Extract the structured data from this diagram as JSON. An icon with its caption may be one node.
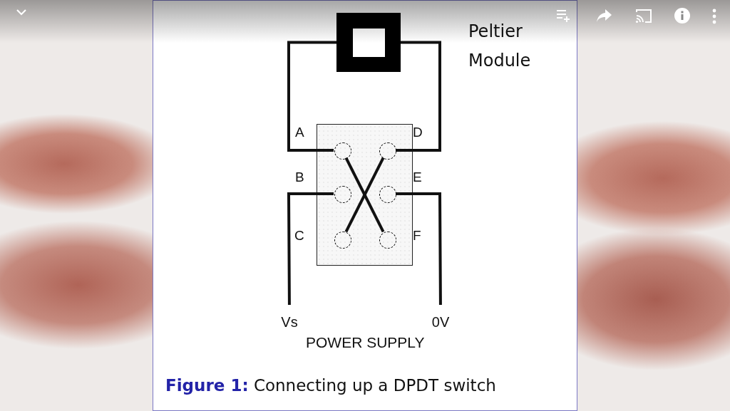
{
  "diagram": {
    "caption": "**Figure 1:** Connecting up a DPDT switch",
    "nodes": [
      {
        "text": [
          "Peltier Module"
        ]
      },
      {
        "text": [],
        "shape": "box"
      },
      {
        "text": [
          "A"
        ],
        "in": 1
      },
      {
        "text": [
          "D"
        ],
        "in": 1
      },
      {
        "text": [
          "B"
        ],
        "in": 1
      },
      {
        "text": [
          "E"
        ],
        "in": 1
      },
      {
        "text": [
          "C"
        ],
        "in": 1
      },
      {
        "text": [
          "F"
        ],
        "in": 1
      },
      {
        "text": [
          "Vs"
        ]
      },
      {
        "text": [
          "0V"
        ]
      }
    ],
    "edges": [
      {
        "from": 0,
        "to": 2,
        "arrow": "none"
      },
      {
        "from": 0,
        "to": 3,
        "arrow": "none"
      },
      {
        "from": 2,
        "to": 7,
        "arrow": "none"
      },
      {
        "from": 3,
        "to": 6,
        "arrow": "none"
      },
      {
        "from": 4,
        "to": 8,
        "arrow": "none"
      },
      {
        "from": 5,
        "to": 9,
        "arrow": "none"
      }
    ],
    "labels": [
      "POWER SUPPLY"
    ]
  }
}
